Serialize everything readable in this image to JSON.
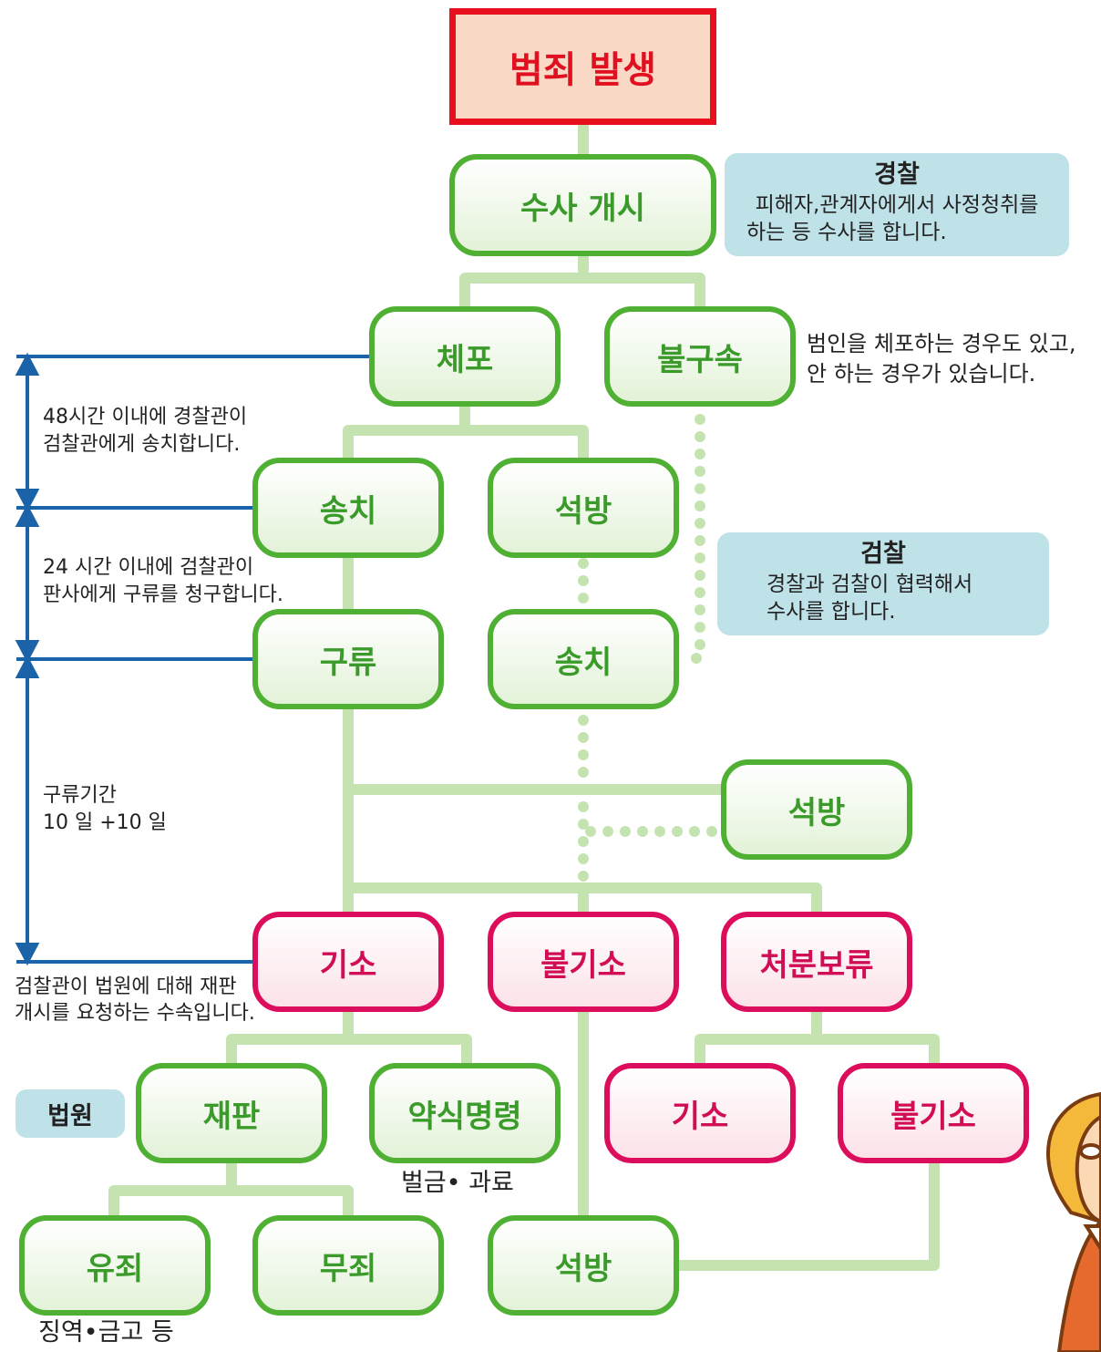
{
  "nodes": {
    "crime": "범죄 발생",
    "investigation": "수사 개시",
    "arrest": "체포",
    "no_detention": "불구속",
    "send1": "송치",
    "release1": "석방",
    "detention": "구류",
    "send2": "송치",
    "release2": "석방",
    "indict": "기소",
    "no_indict": "불기소",
    "suspended": "처분보류",
    "trial": "재판",
    "summary": "약식명령",
    "indict2": "기소",
    "no_indict2": "불기소",
    "guilty": "유죄",
    "not_guilty": "무죄",
    "release3": "석방"
  },
  "info_boxes": {
    "police": {
      "title": "경찰",
      "desc1": "피해자,관계자에게서 사정청취를",
      "desc2": "하는 등 수사를 합니다."
    },
    "prosecution": {
      "title": "검찰",
      "desc1": "경찰과 검찰이 협력해서",
      "desc2": "수사를 합니다."
    },
    "court": "법원"
  },
  "notes": {
    "arrest_note1": "범인을 체포하는 경우도 있고,",
    "arrest_note2": "안 하는 경우가 있습니다.",
    "h48_1": "48시간 이내에 경찰관이",
    "h48_2": "검찰관에게 송치합니다.",
    "h24_1": "24 시간 이내에 검찰관이",
    "h24_2": "판사에게 구류를 청구합니다.",
    "period_1": "구류기간",
    "period_2": "10 일 +10 일",
    "indict_1": "검찰관이 법원에 대해 재판",
    "indict_2": "개시를 요청하는 수속입니다.",
    "fine": "벌금• 과료",
    "penalty": "징역•금고 등"
  },
  "colors": {
    "green_border": "#4fb034",
    "pink_border": "#dc0d5c",
    "connector": "#c5e3b0",
    "timeline": "#1a63a8",
    "start_border": "#e8101d"
  }
}
